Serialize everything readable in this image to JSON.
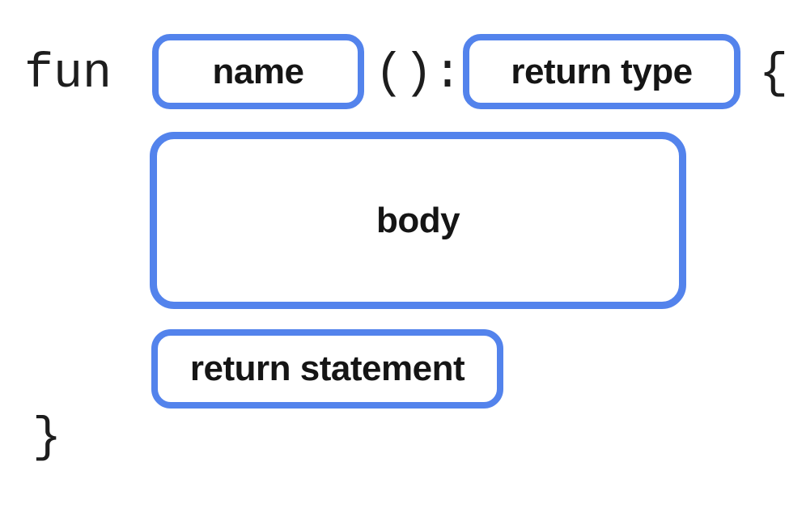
{
  "diagram": {
    "description": "Kotlin function declaration syntax diagram",
    "accent_color": "#5383EC",
    "text_color": "#1d1d1d",
    "background_color": "#ffffff",
    "code_tokens": {
      "fun_keyword": "fun",
      "parens_colon": "():",
      "open_brace": "{",
      "close_brace": "}"
    },
    "placeholders": {
      "name": "name",
      "return_type": "return type",
      "body": "body",
      "return_statement": "return statement"
    }
  }
}
